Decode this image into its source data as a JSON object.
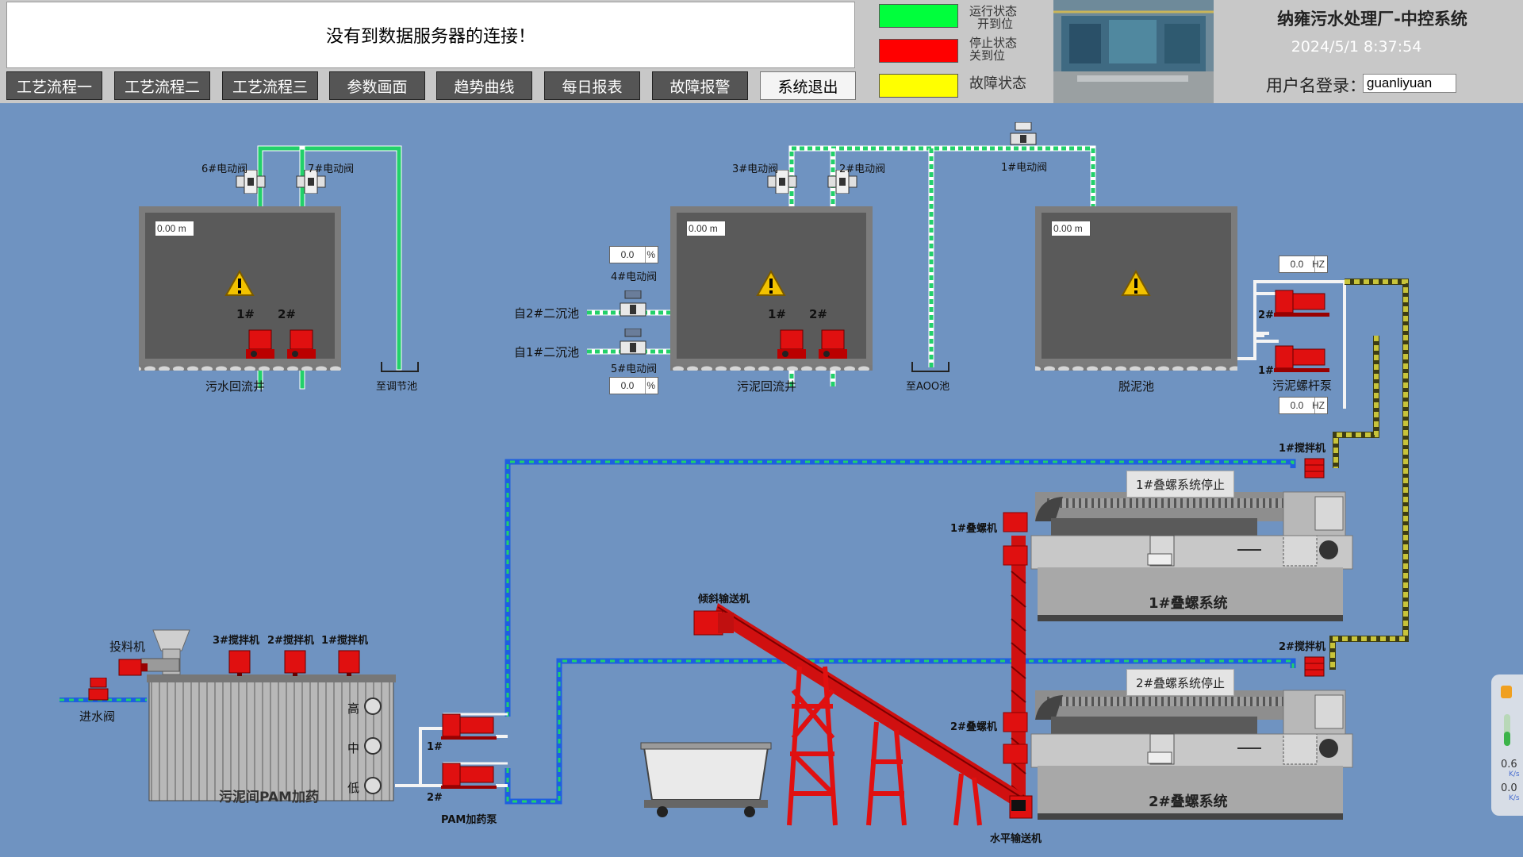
{
  "header": {
    "message": "没有到数据服务器的连接！",
    "nav": [
      "工艺流程一",
      "工艺流程二",
      "工艺流程三",
      "参数画面",
      "趋势曲线",
      "每日报表",
      "故障报警",
      "系统退出"
    ],
    "legend": [
      {
        "color": "#00ff3c",
        "line1": "运行状态",
        "line2": "开到位"
      },
      {
        "color": "#ff0000",
        "line1": "停止状态",
        "line2": "关到位"
      },
      {
        "color": "#ffff00",
        "line1": "故障状态",
        "line2": ""
      }
    ],
    "title": "纳雍污水处理厂-中控系统",
    "time": "2024/5/1 8:37:54",
    "user_label": "用户名登录：",
    "user_value": "guanliyuan"
  },
  "tanks": {
    "t1": {
      "level": "0.00",
      "unit": "m",
      "name": "污水回流井",
      "pump1": "1#",
      "pump2": "2#",
      "valve_a": "6#电动阀",
      "valve_b": "7#电动阀",
      "outlet": "至调节池"
    },
    "t2": {
      "level": "0.00",
      "unit": "m",
      "name": "污泥回流井",
      "pump1": "1#",
      "pump2": "2#",
      "valve_a": "3#电动阀",
      "valve_b": "2#电动阀",
      "outlet": "至AOO池",
      "valve_top": "1#电动阀"
    },
    "t3": {
      "level": "0.00",
      "unit": "m",
      "name": "脱泥池"
    }
  },
  "inlets": {
    "in1": "自2#二沉池",
    "in2": "自1#二沉池",
    "v4": "4#电动阀",
    "v5": "5#电动阀",
    "v4_val": "0.0",
    "v5_val": "0.0",
    "pct": "%"
  },
  "screw_pumps": {
    "hz1": "0.0",
    "hz2": "0.0",
    "hz_unit": "HZ",
    "p2": "2#",
    "p1": "1#",
    "name": "污泥螺杆泵"
  },
  "stack": {
    "s1_status": "1#叠螺系统停止",
    "s2_status": "2#叠螺系统停止",
    "s1_name": "1#叠螺系统",
    "s2_name": "2#叠螺系统",
    "s1_mixer": "1#搅拌机",
    "s2_mixer": "2#搅拌机",
    "s1_screw": "1#叠螺机",
    "s2_screw": "2#叠螺机",
    "incline": "倾斜输送机",
    "horizontal": "水平输送机"
  },
  "pam": {
    "name": "污泥间PAM加药",
    "feeder": "投料机",
    "mixers": [
      "3#搅拌机",
      "2#搅拌机",
      "1#搅拌机"
    ],
    "valve": "进水阀",
    "levels": [
      "高",
      "中",
      "低"
    ],
    "pump1": "1#",
    "pump2": "2#",
    "pump_name": "PAM加药泵"
  },
  "widget": {
    "v1": "0.6",
    "u1": "K/s",
    "v2": "0.0",
    "u2": "K/s"
  },
  "colors": {
    "bg": "#6f93c1",
    "pipe_green": "#22d06a",
    "pipe_blue": "#1e5fe0",
    "pipe_yellow": "#c8c43a",
    "equipment_red": "#e01010",
    "tank_dark": "#5a5a5a"
  }
}
